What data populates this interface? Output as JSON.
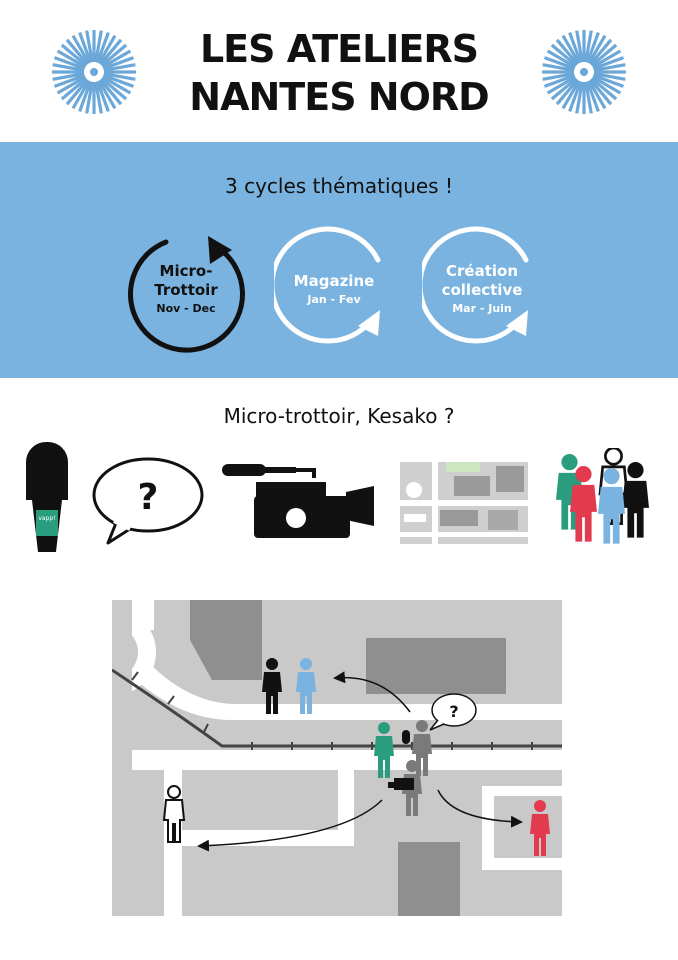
{
  "header": {
    "title_line1": "LES ATELIERS",
    "title_line2": "NANTES NORD",
    "accent_color": "#6ba7d8",
    "left_icon": "sunburst-icon",
    "right_icon": "sunburst-icon"
  },
  "cycles_section": {
    "background": "#7ab3df",
    "title": "3 cycles thématiques !",
    "cycles": [
      {
        "name_line1": "Micro-",
        "name_line2": "Trottoir",
        "dates": "Nov - Dec",
        "color": "#111111"
      },
      {
        "name_line1": "Magazine",
        "name_line2": "",
        "dates": "Jan - Fev",
        "color": "#ffffff"
      },
      {
        "name_line1": "Création",
        "name_line2": "collective",
        "dates": "Mar - Juin",
        "color": "#ffffff"
      }
    ]
  },
  "kesako_section": {
    "title": "Micro-trottoir, Kesako ?",
    "icons": [
      "microphone-icon",
      "speech-bubble-question-icon",
      "video-camera-icon",
      "street-map-icon",
      "people-group-icon"
    ],
    "mic_label": "vapp!",
    "bubble_text": "?"
  },
  "scene": {
    "bubble_text": "?",
    "icon": "street-interview-illustration"
  }
}
